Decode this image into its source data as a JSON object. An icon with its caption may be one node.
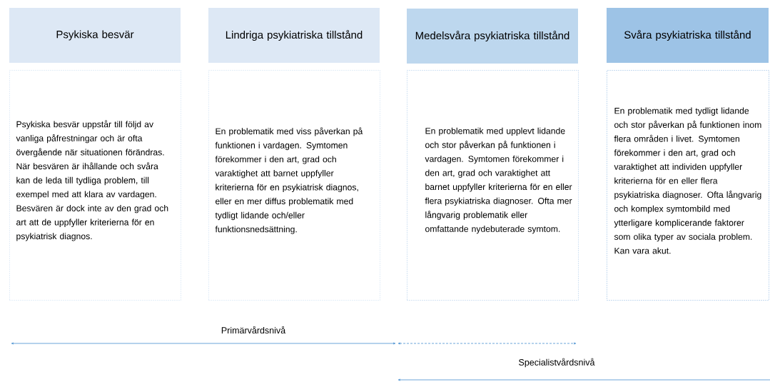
{
  "diagram": {
    "nodes": [
      {
        "text": [
          "Psykiska besvär"
        ]
      },
      {
        "text": [
          "Lindriga psykiatriska tillstånd"
        ]
      },
      {
        "text": [
          "Medelsvåra psykiatriska tillstånd"
        ]
      },
      {
        "text": [
          "Svåra psykiatriska tillstånd"
        ]
      },
      {
        "text": [
          "Psykiska besvär uppstår till följd av vanliga påfrestningar och är ofta övergående när situationen förändras. När besvären är ihållande och svåra kan de leda till tydliga problem, till exempel med att klara av vardagen. Besvären är dock inte av den grad och art att de uppfyller kriterierna för en psykiatrisk diagnos."
        ]
      },
      {
        "text": [
          "En problematik med viss påverkan på funktionen i vardagen. Symtomen förekommer i den art, grad och varaktighet att barnet uppfyller kriterierna för en psykiatrisk diagnos, eller en mer diffus problematik med tydligt lidande och/eller funktionsnedsättning."
        ]
      },
      {
        "text": [
          "En problematik med upplevt lidande och stor påverkan på funktionen i vardagen. Symtomen förekommer i den art, grad och varaktighet att barnet uppfyller kriterierna för en eller flera psykiatriska diagnoser. Ofta mer långvarig problematik eller omfattande nydebuterade symtom."
        ]
      },
      {
        "text": [
          "En problematik med tydligt lidande och stor påverkan på funktionen inom flera områden i livet. Symtomen förekommer i den art, grad och varaktighet att individen uppfyller kriterierna för en eller flera psykiatriska diagnoser. Ofta långvarig och komplex symtombild med ytterligare komplicerande faktorer som olika typer av sociala problem. Kan vara akut."
        ]
      }
    ],
    "labels": [
      "Primärvårdsnivå",
      "Specialistvårdsnivå"
    ]
  }
}
